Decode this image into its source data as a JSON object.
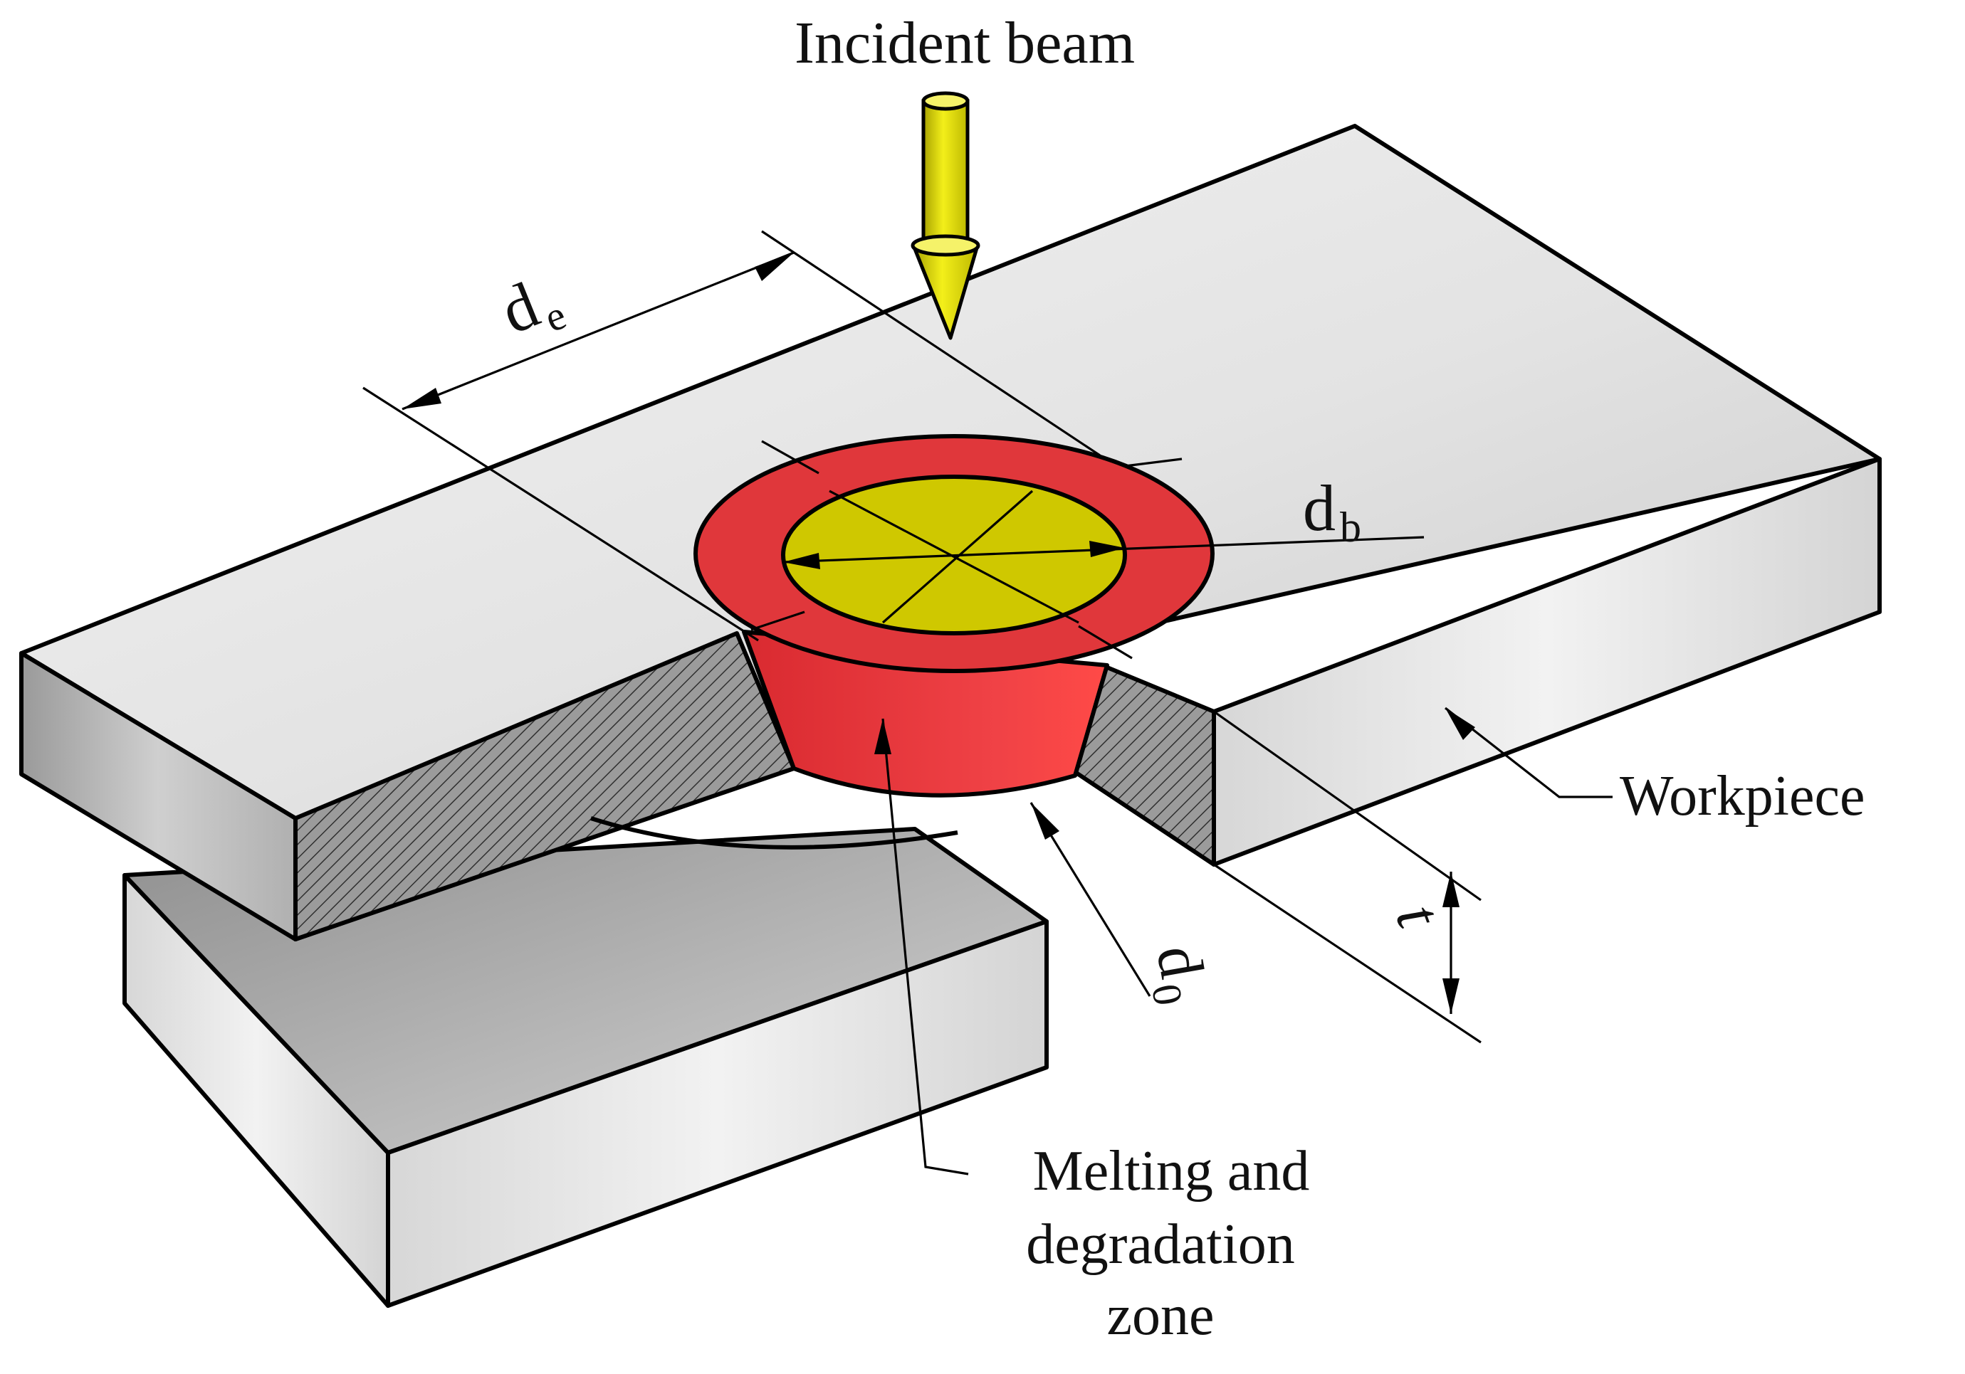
{
  "labels": {
    "incident_beam": "Incident beam",
    "workpiece": "Workpiece",
    "zone_line1": "Melting and",
    "zone_line2": "degradation",
    "zone_line3": "zone",
    "de_main": "d",
    "de_sub": "e",
    "db_main": "d",
    "db_sub": "b",
    "d0_main": "d",
    "d0_sub": "0",
    "t": "t"
  },
  "colors": {
    "beam": "#e3e000",
    "zone_ring": "#e0373b",
    "zone_inner": "#cfc800",
    "workpiece_top": "#e9e9e9",
    "workpiece_side": "#a9a9a9"
  }
}
